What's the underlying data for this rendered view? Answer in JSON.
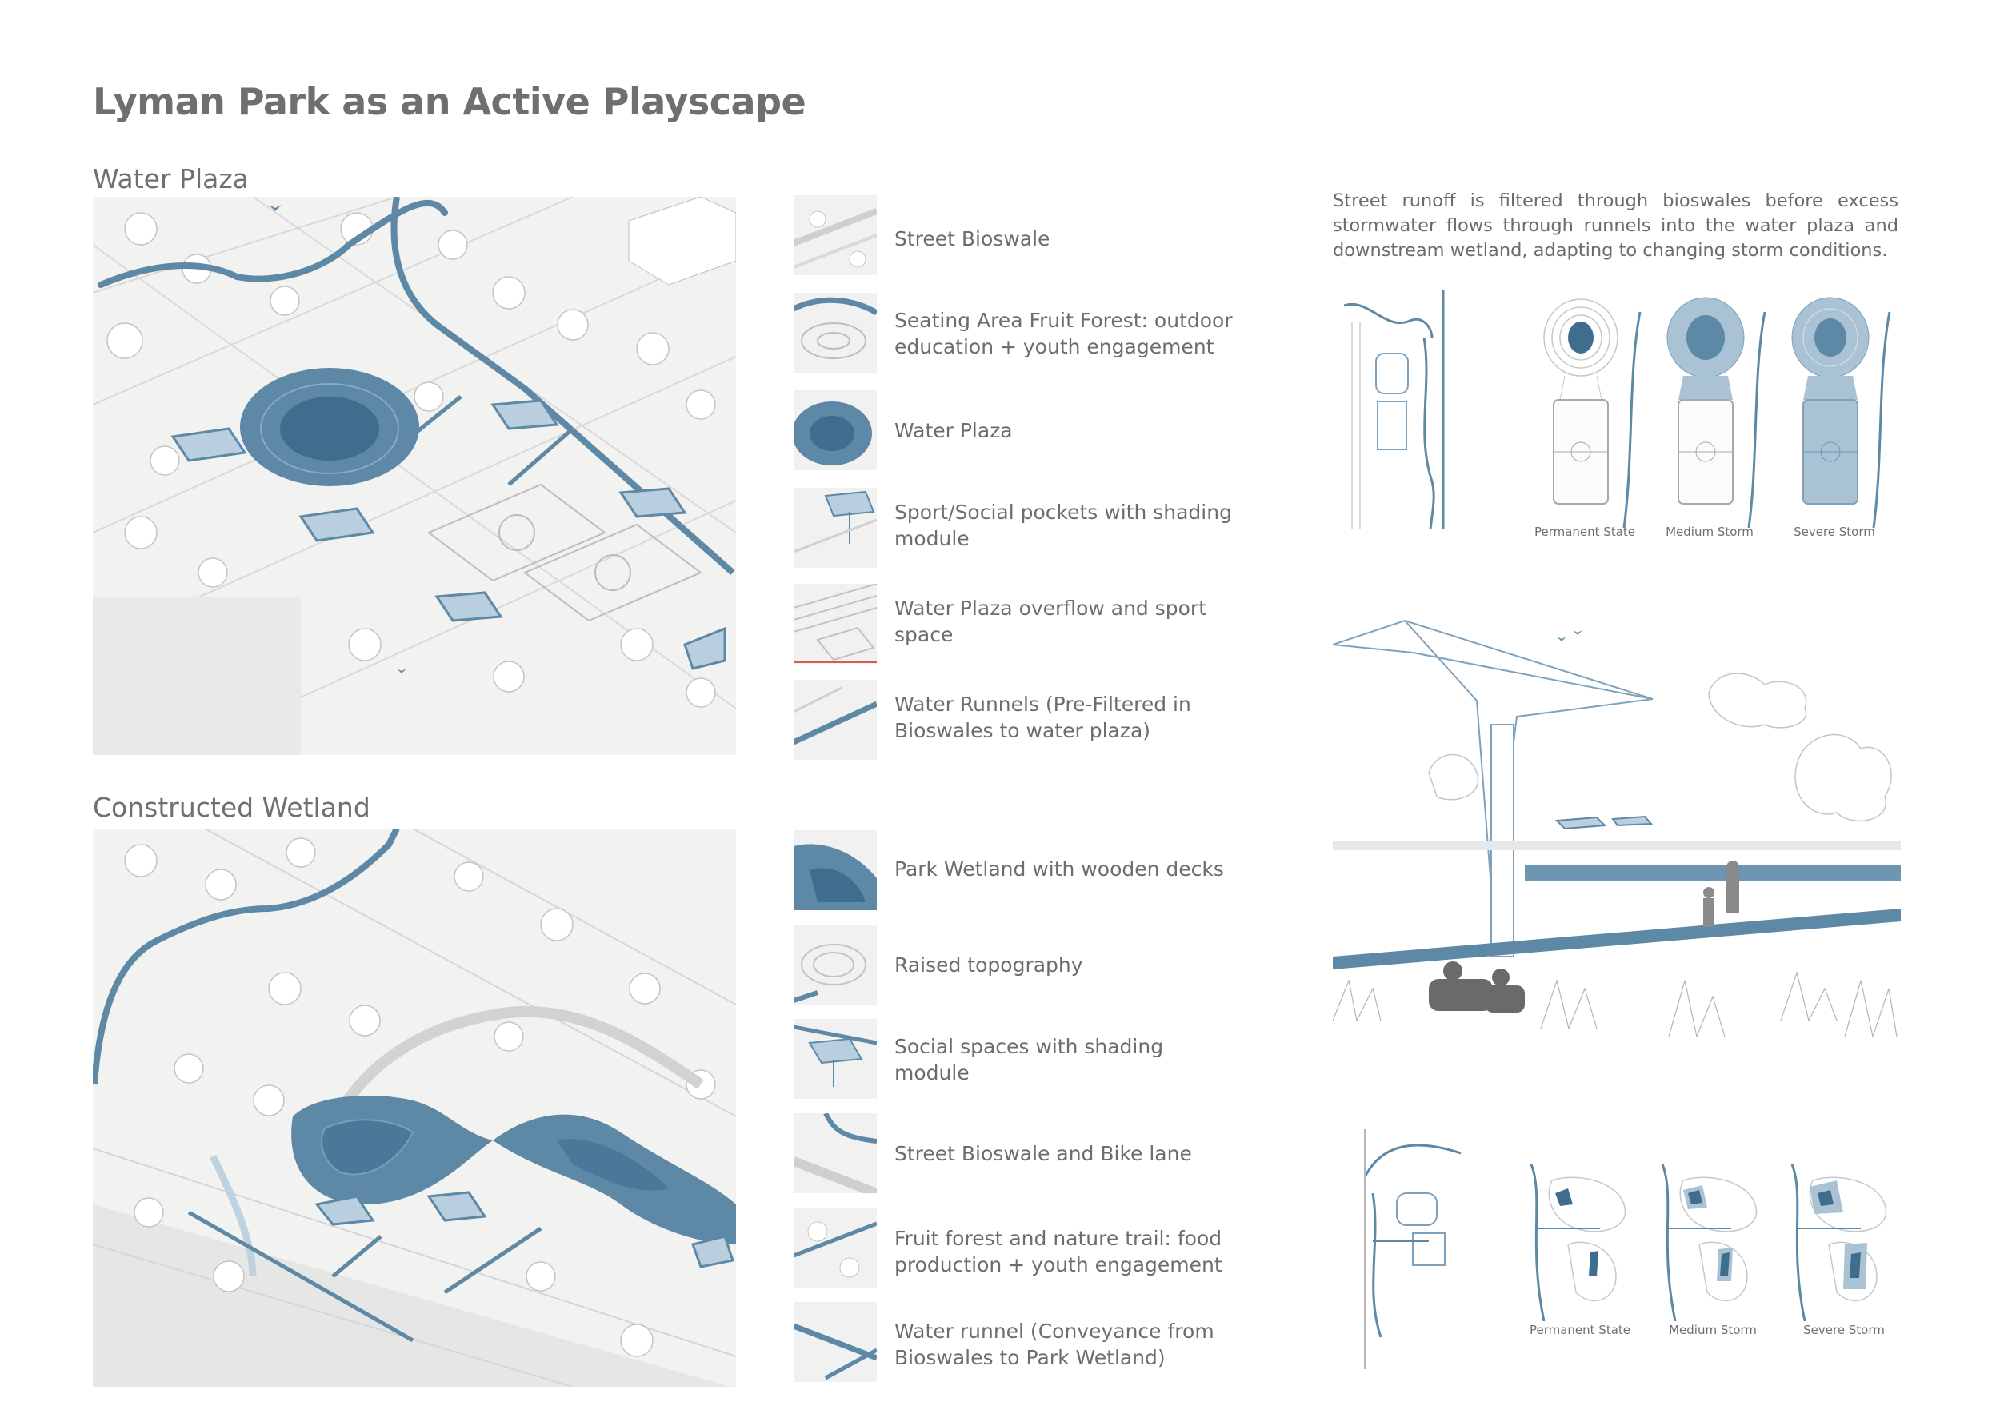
{
  "title": "Lyman Park as an Active Playscape",
  "sections": {
    "water_plaza": "Water Plaza",
    "wetland": "Constructed Wetland"
  },
  "legend_plaza": [
    {
      "label": "Street Bioswale",
      "icon": "street-bioswale-thumb"
    },
    {
      "label": "Seating Area Fruit Forest: outdoor education + youth engagement",
      "icon": "seating-area-thumb"
    },
    {
      "label": "Water Plaza",
      "icon": "water-plaza-thumb"
    },
    {
      "label": "Sport/Social pockets with shading module",
      "icon": "sport-pocket-thumb"
    },
    {
      "label": "Water Plaza overflow and sport space",
      "icon": "overflow-thumb"
    },
    {
      "label": "Water Runnels (Pre-Filtered in Bioswales to water plaza)",
      "icon": "runnel-thumb"
    }
  ],
  "legend_wetland": [
    {
      "label": "Park Wetland with wooden decks",
      "icon": "park-wetland-thumb"
    },
    {
      "label": "Raised topography",
      "icon": "topography-thumb"
    },
    {
      "label": "Social spaces with shading module",
      "icon": "social-space-thumb"
    },
    {
      "label": "Street Bioswale and Bike lane",
      "icon": "bike-lane-thumb"
    },
    {
      "label": "Fruit forest and nature trail: food production + youth engagement",
      "icon": "fruit-forest-thumb"
    },
    {
      "label": "Water runnel (Conveyance from Bioswales to Park Wetland)",
      "icon": "conveyance-thumb"
    }
  ],
  "description": "Street runoff is filtered through bioswales before excess stormwater flows through runnels into the water plaza and downstream wetland, adapting to changing storm conditions.",
  "phases_plaza": [
    "Permanent State",
    "Medium Storm",
    "Severe Storm"
  ],
  "phases_wetland": [
    "Permanent State",
    "Medium Storm",
    "Severe Storm"
  ],
  "colors": {
    "water": "#5d88a6",
    "water_light": "#a9c3d5",
    "line": "#9a9a9a",
    "text": "#6b6b6b"
  }
}
